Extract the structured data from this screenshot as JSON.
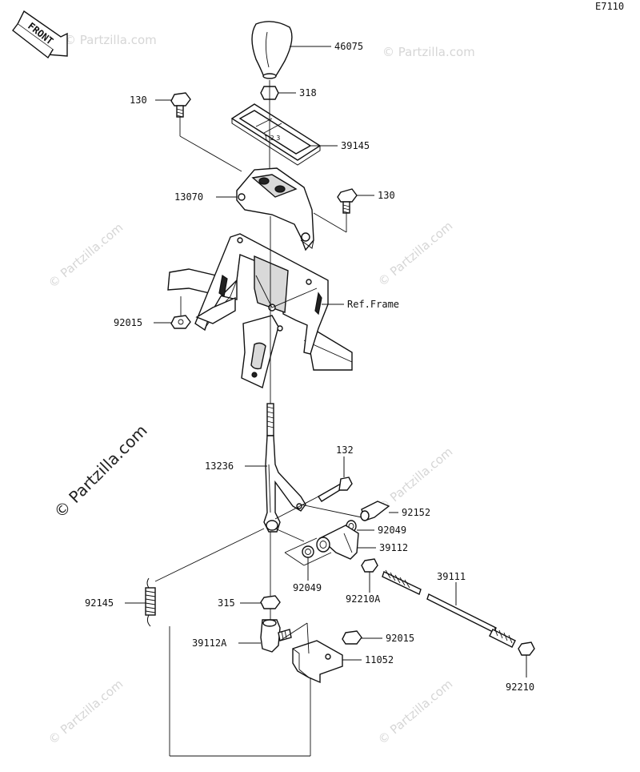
{
  "diagram_code": "E7110",
  "front_label": "FRONT",
  "watermark": "© Partzilla.com",
  "colors": {
    "ink": "#111111",
    "watermark": "#d6d6d6",
    "background": "#ffffff"
  },
  "callouts": [
    {
      "id": "46075"
    },
    {
      "id": "318"
    },
    {
      "id": "130"
    },
    {
      "id": "39145"
    },
    {
      "id": "13070"
    },
    {
      "id": "130"
    },
    {
      "id": "Ref.Frame"
    },
    {
      "id": "92015"
    },
    {
      "id": "132"
    },
    {
      "id": "13236"
    },
    {
      "id": "92152"
    },
    {
      "id": "92049"
    },
    {
      "id": "39112"
    },
    {
      "id": "39111"
    },
    {
      "id": "92049"
    },
    {
      "id": "92210A"
    },
    {
      "id": "92145"
    },
    {
      "id": "315"
    },
    {
      "id": "92015"
    },
    {
      "id": "39112A"
    },
    {
      "id": "11052"
    },
    {
      "id": "92210"
    }
  ]
}
